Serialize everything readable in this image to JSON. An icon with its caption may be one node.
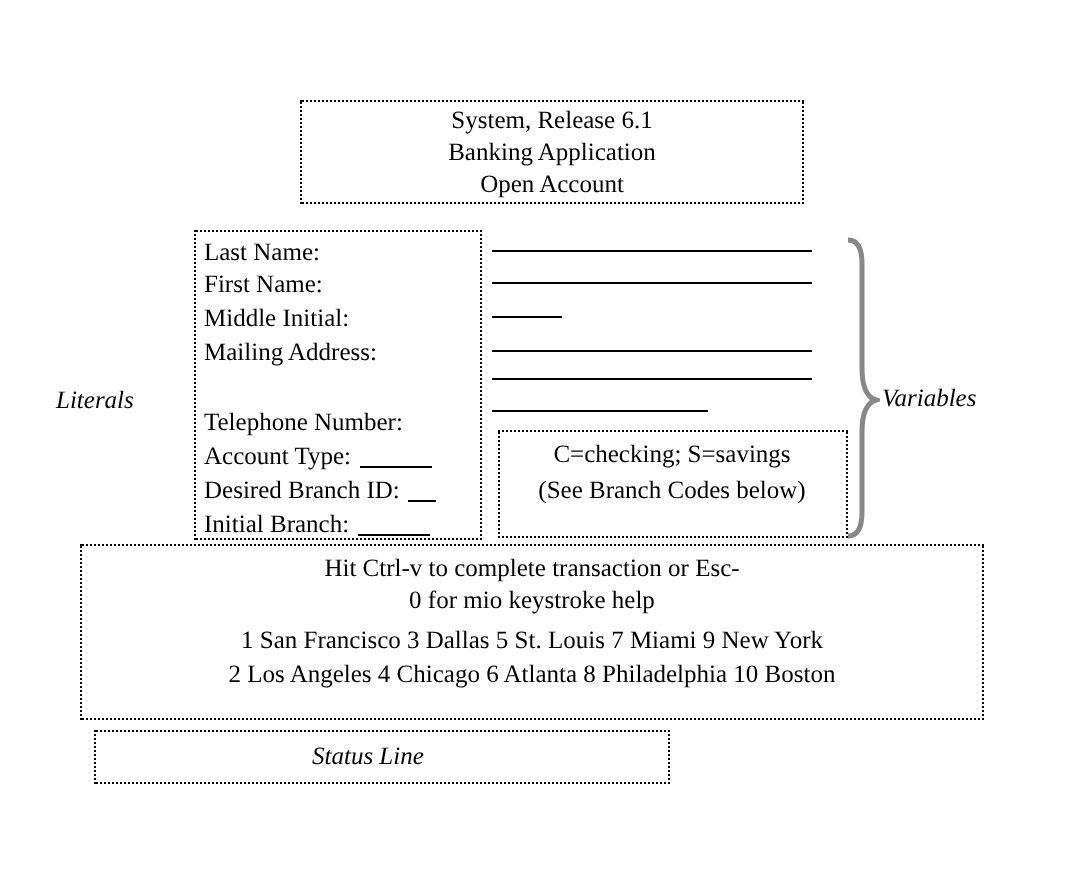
{
  "diagram": {
    "nodes": [
      {
        "text": [
          "System, Release 6.1",
          "Banking Application",
          "Open Account"
        ]
      },
      {
        "text": [
          "Last Name:",
          "First Name:",
          "Middle Initial:",
          "Mailing Address:",
          "Telephone Number:",
          "Account Type:",
          "Desired Branch ID:",
          "Initial Branch:"
        ]
      },
      {
        "text": [],
        "shape": "box"
      },
      {
        "text": [
          "C=checking; S=savings",
          "(See Branch Codes below)"
        ],
        "in": 2
      },
      {
        "text": [
          "Hit Ctrl-v to complete transaction or Esc-0 for mio keystroke help",
          "1 San Francisco  3 Dallas  5  St. Louis  7 Miami  9 New York",
          "2 Los Angeles  4 Chicago  6 Atlanta  8 Philadelphia  10 Boston"
        ]
      },
      {
        "text": [
          "Status Line"
        ]
      }
    ],
    "edges": [],
    "labels": [
      "Literals",
      "Variables"
    ]
  }
}
